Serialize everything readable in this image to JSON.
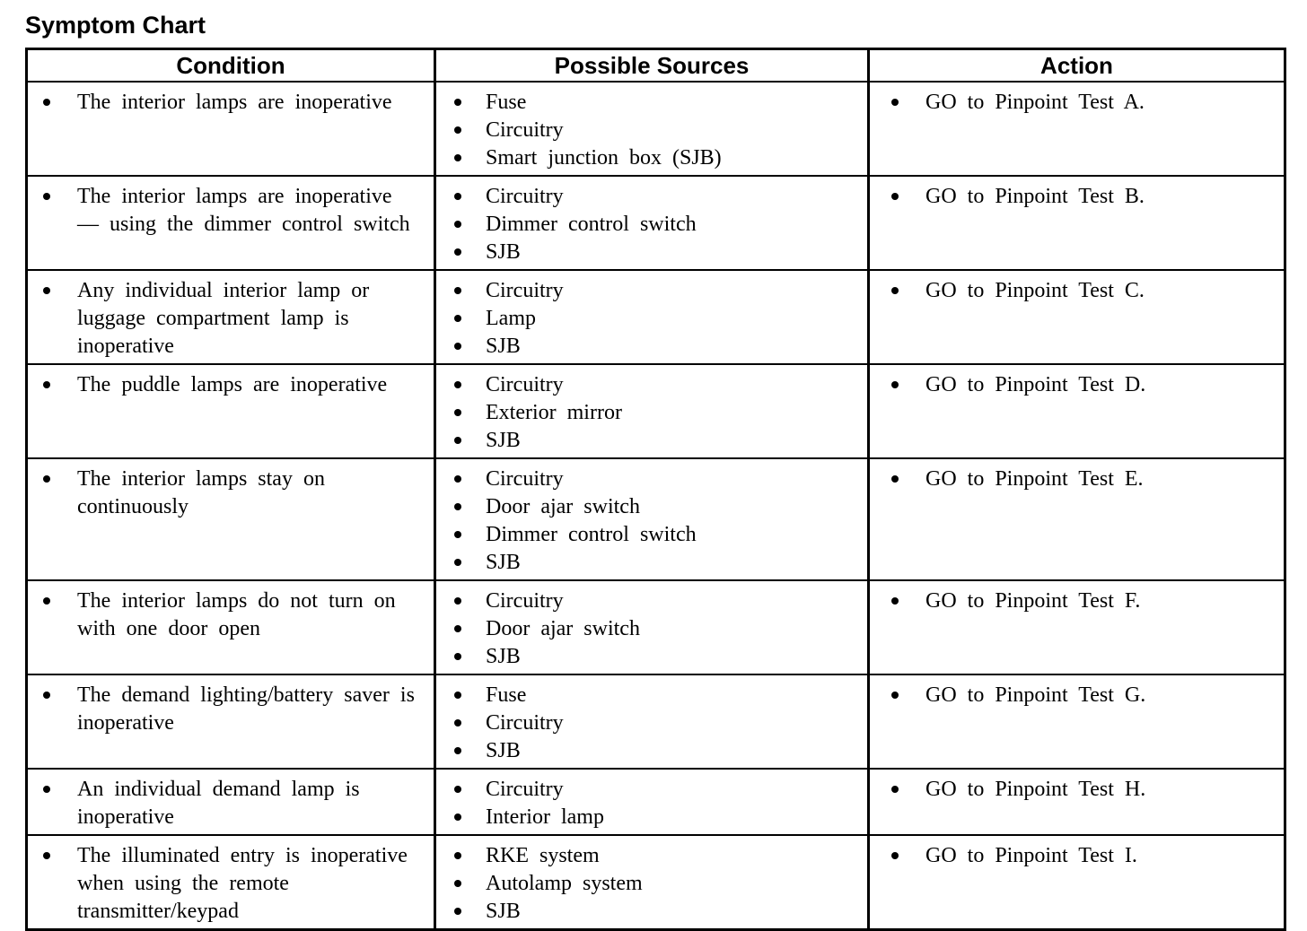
{
  "page": {
    "title": "Symptom Chart"
  },
  "colors": {
    "text": "#000000",
    "border": "#000000",
    "background": "#ffffff"
  },
  "table": {
    "headers": [
      "Condition",
      "Possible Sources",
      "Action"
    ],
    "rows": [
      {
        "condition": "The interior lamps are inoperative",
        "sources": [
          "Fuse",
          "Circuitry",
          "Smart junction box (SJB)"
        ],
        "action": "GO to Pinpoint Test A."
      },
      {
        "condition": "The interior lamps are inoperative — using the dimmer control switch",
        "sources": [
          "Circuitry",
          "Dimmer control switch",
          "SJB"
        ],
        "action": "GO to Pinpoint Test B."
      },
      {
        "condition": "Any individual interior lamp or luggage compartment lamp is inoperative",
        "sources": [
          "Circuitry",
          "Lamp",
          "SJB"
        ],
        "action": "GO to Pinpoint Test C."
      },
      {
        "condition": "The puddle lamps are inoperative",
        "sources": [
          "Circuitry",
          "Exterior mirror",
          "SJB"
        ],
        "action": "GO to Pinpoint Test D."
      },
      {
        "condition": "The interior lamps stay on continuously",
        "sources": [
          "Circuitry",
          "Door ajar switch",
          "Dimmer control switch",
          "SJB"
        ],
        "action": "GO to Pinpoint Test E."
      },
      {
        "condition": "The interior lamps do not turn on with one door open",
        "sources": [
          "Circuitry",
          "Door ajar switch",
          "SJB"
        ],
        "action": "GO to Pinpoint Test F."
      },
      {
        "condition": "The demand lighting/battery saver is inoperative",
        "sources": [
          "Fuse",
          "Circuitry",
          "SJB"
        ],
        "action": "GO to Pinpoint Test G."
      },
      {
        "condition": "An individual demand lamp is inoperative",
        "sources": [
          "Circuitry",
          "Interior lamp"
        ],
        "action": "GO to Pinpoint Test H."
      },
      {
        "condition": "The illuminated entry is inoperative when using the remote transmitter/keypad",
        "sources": [
          "RKE system",
          "Autolamp system",
          "SJB"
        ],
        "action": "GO to Pinpoint Test I."
      }
    ]
  }
}
